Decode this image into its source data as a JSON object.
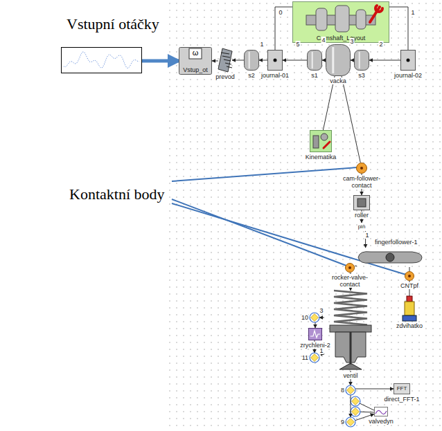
{
  "diagram": {
    "nodes": [
      {
        "text": [
          "Vstupní otáčky"
        ]
      },
      {
        "text": [
          "Camshaft_Layout"
        ]
      },
      {
        "text": [
          "ω",
          "Vstup_ot"
        ]
      },
      {
        "text": [
          "prevod"
        ]
      },
      {
        "text": [
          "s2"
        ]
      },
      {
        "text": [
          "journal-01"
        ]
      },
      {
        "text": [
          "s1"
        ]
      },
      {
        "text": [
          "vacka"
        ]
      },
      {
        "text": [
          "s3"
        ]
      },
      {
        "text": [
          "journal-02"
        ]
      },
      {
        "text": [
          "Kinematika"
        ]
      },
      {
        "text": [
          "cam-follower-contact"
        ]
      },
      {
        "text": [
          "roller"
        ]
      },
      {
        "text": [
          "pin"
        ]
      },
      {
        "text": [
          "fingerfollower-1"
        ]
      },
      {
        "text": [
          "rocker-valve-contact"
        ]
      },
      {
        "text": [
          "CNTpf"
        ]
      },
      {
        "text": [
          "zdvihatko"
        ]
      },
      {
        "text": [
          "ventil"
        ]
      },
      {
        "text": [
          "10"
        ]
      },
      {
        "text": [
          "zrychleni-2"
        ]
      },
      {
        "text": [
          "11"
        ]
      },
      {
        "text": [
          "8"
        ]
      },
      {
        "text": [
          "FFT",
          "direct_FFT-1"
        ]
      },
      {
        "text": [
          "9"
        ]
      },
      {
        "text": [
          "valvedyn"
        ]
      }
    ],
    "edges": [
      {
        "from": 0,
        "to": 2,
        "arrow": "to"
      },
      {
        "from": 3,
        "to": 2,
        "arrow": "to"
      },
      {
        "from": 4,
        "to": 3,
        "arrow": "to"
      },
      {
        "from": 5,
        "to": 4,
        "arrow": "to",
        "label": "1"
      },
      {
        "from": 6,
        "to": 5,
        "arrow": "to",
        "label": "5"
      },
      {
        "from": 7,
        "to": 6,
        "arrow": "to",
        "label": "4"
      },
      {
        "from": 8,
        "to": 7,
        "arrow": "to",
        "label": "3"
      },
      {
        "from": 9,
        "to": 8,
        "arrow": "to",
        "label": "2"
      },
      {
        "from": 1,
        "to": 5,
        "arrow": "none",
        "label": "0"
      },
      {
        "from": 1,
        "to": 9,
        "arrow": "none",
        "label": "1"
      },
      {
        "from": 10,
        "to": 7,
        "arrow": "none"
      },
      {
        "from": 7,
        "to": 11,
        "arrow": "none"
      },
      {
        "from": 11,
        "to": 12,
        "arrow": "to"
      },
      {
        "from": 12,
        "to": 13,
        "arrow": "to"
      },
      {
        "from": 13,
        "to": 14,
        "arrow": "to",
        "label": "1"
      },
      {
        "from": 14,
        "to": 15,
        "arrow": "none"
      },
      {
        "from": 14,
        "to": 16,
        "arrow": "none"
      },
      {
        "from": 16,
        "to": 17,
        "arrow": "none"
      },
      {
        "from": 15,
        "to": 18,
        "arrow": "to"
      },
      {
        "from": 18,
        "to": 19,
        "arrow": "to",
        "label": "3"
      },
      {
        "from": 19,
        "to": 20,
        "arrow": "to"
      },
      {
        "from": 20,
        "to": 21,
        "arrow": "to"
      },
      {
        "from": 21,
        "to": 18,
        "arrow": "to",
        "label": "1"
      },
      {
        "from": 18,
        "to": 22,
        "arrow": "to"
      },
      {
        "from": 22,
        "to": 23,
        "arrow": "to"
      },
      {
        "from": 22,
        "to": 24,
        "arrow": "to"
      },
      {
        "from": 24,
        "to": 25,
        "arrow": "to"
      }
    ],
    "labels": [
      "Kontaktní body"
    ]
  }
}
